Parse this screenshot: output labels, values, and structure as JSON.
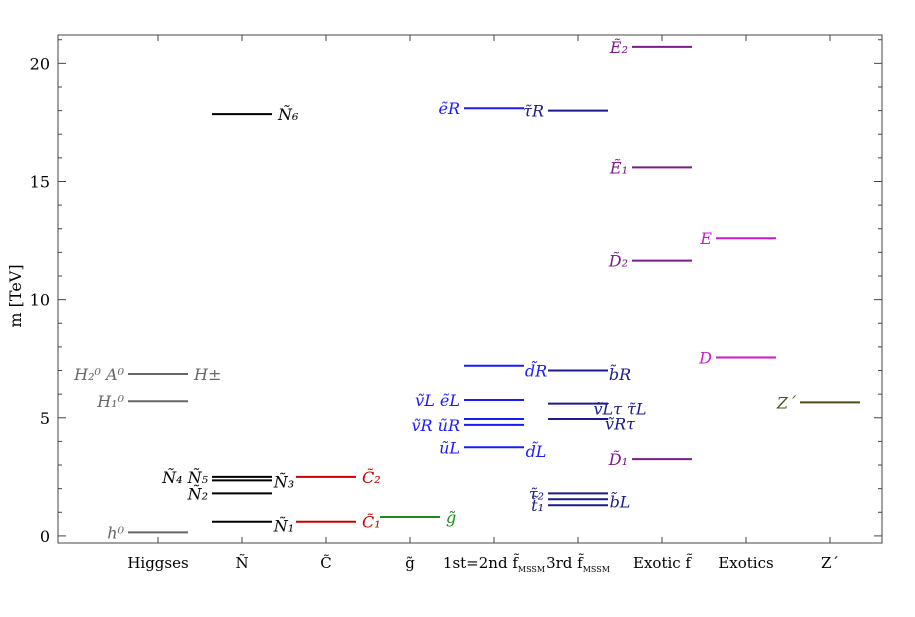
{
  "chart_data": {
    "type": "level-diagram",
    "ylabel": "m [TeV]",
    "ylim": [
      -0.3,
      21.2
    ],
    "yticks": [
      0,
      5,
      10,
      15,
      20
    ],
    "grid": false,
    "colors": {
      "higgs": "#666666",
      "neutralino": "#000000",
      "chargino": "#cc0000",
      "gluino": "#1a8c1a",
      "sfermion12": "#1a1aff",
      "sfermion3": "#1a1a8c",
      "exotic_sfermion": "#7a1a8c",
      "exotics": "#cc1acc",
      "zprime": "#4d4d1a"
    },
    "categories": [
      {
        "name": "Higgses",
        "label_main": "Higgses",
        "label_sub": ""
      },
      {
        "name": "N",
        "label_main": "Ñ",
        "label_sub": ""
      },
      {
        "name": "C",
        "label_main": "C̃",
        "label_sub": ""
      },
      {
        "name": "g",
        "label_main": "g̃",
        "label_sub": ""
      },
      {
        "name": "sf12",
        "label_main": "1st=2nd f̃",
        "label_sub": "MSSM"
      },
      {
        "name": "sf3",
        "label_main": "3rd f̃",
        "label_sub": "MSSM"
      },
      {
        "name": "exotic_f",
        "label_main": "Exotic f̃",
        "label_sub": ""
      },
      {
        "name": "exotics",
        "label_main": "Exotics",
        "label_sub": ""
      },
      {
        "name": "zprime",
        "label_main": "Z´",
        "label_sub": ""
      }
    ],
    "levels": [
      {
        "category": "Higgses",
        "value": 0.15,
        "label": "h⁰",
        "side": "left",
        "color": "higgs"
      },
      {
        "category": "Higgses",
        "value": 5.7,
        "label": "H₁⁰",
        "side": "left",
        "color": "higgs"
      },
      {
        "category": "Higgses",
        "value": 6.85,
        "label": "H₂⁰ A⁰",
        "side": "left",
        "color": "higgs"
      },
      {
        "category": "Higgses",
        "value": 6.85,
        "label": "H±",
        "side": "right",
        "color": "higgs"
      },
      {
        "category": "N",
        "value": 0.6,
        "label": "",
        "side": "right",
        "color": "neutralino"
      },
      {
        "category": "N",
        "value": 1.8,
        "label": "Ñ₂",
        "side": "left",
        "color": "neutralino"
      },
      {
        "category": "N",
        "value": 2.35,
        "label": "",
        "side": "right",
        "color": "neutralino"
      },
      {
        "category": "N",
        "value": 2.5,
        "label": "Ñ₄ Ñ₅",
        "side": "left",
        "color": "neutralino"
      },
      {
        "category": "N",
        "value": 17.85,
        "label": "Ñ₆",
        "side": "right",
        "color": "neutralino"
      },
      {
        "category": "C",
        "value": 0.6,
        "label": "C̃₁",
        "side": "right",
        "color": "chargino"
      },
      {
        "category": "C",
        "value": 2.5,
        "label": "C̃₂",
        "side": "right",
        "color": "chargino"
      },
      {
        "category": "g",
        "value": 0.8,
        "label": "g̃",
        "side": "right",
        "color": "gluino"
      },
      {
        "category": "sf12",
        "value": 3.75,
        "label": "ũL",
        "side": "left",
        "color": "sfermion12"
      },
      {
        "category": "sf12",
        "value": 4.7,
        "label": "ṽR ũR",
        "side": "left",
        "color": "sfermion12"
      },
      {
        "category": "sf12",
        "value": 4.95,
        "label": "",
        "side": "left",
        "color": "sfermion12"
      },
      {
        "category": "sf12",
        "value": 5.75,
        "label": "ṽL ẽL",
        "side": "left",
        "color": "sfermion12"
      },
      {
        "category": "sf12",
        "value": 7.2,
        "label": "",
        "side": "left",
        "color": "sfermion12"
      },
      {
        "category": "sf12",
        "value": 18.1,
        "label": "ẽR",
        "side": "left",
        "color": "sfermion12"
      },
      {
        "category": "sf3",
        "value": 1.3,
        "label": "t̃₁",
        "side": "left",
        "color": "sfermion3"
      },
      {
        "category": "sf3",
        "value": 1.55,
        "label": "",
        "side": "left",
        "color": "sfermion3"
      },
      {
        "category": "sf3",
        "value": 1.8,
        "label": "τ̃₂",
        "side": "left",
        "color": "sfermion3"
      },
      {
        "category": "sf3",
        "value": 4.95,
        "label": "",
        "side": "left",
        "color": "sfermion3"
      },
      {
        "category": "sf3",
        "value": 5.6,
        "label": "",
        "side": "left",
        "color": "sfermion3"
      },
      {
        "category": "sf3",
        "value": 7.0,
        "label": "",
        "side": "left",
        "color": "sfermion3"
      },
      {
        "category": "sf3",
        "value": 18.0,
        "label": "τ̃R",
        "side": "left",
        "color": "sfermion3"
      },
      {
        "category": "exotic_f",
        "value": 3.25,
        "label": "D̃₁",
        "side": "left",
        "color": "exotic_sfermion"
      },
      {
        "category": "exotic_f",
        "value": 11.65,
        "label": "D̃₂",
        "side": "left",
        "color": "exotic_sfermion"
      },
      {
        "category": "exotic_f",
        "value": 15.6,
        "label": "Ẽ₁",
        "side": "left",
        "color": "exotic_sfermion"
      },
      {
        "category": "exotic_f",
        "value": 20.7,
        "label": "Ẽ₂",
        "side": "left",
        "color": "exotic_sfermion"
      },
      {
        "category": "exotics",
        "value": 7.55,
        "label": "D",
        "side": "left",
        "color": "exotics"
      },
      {
        "category": "exotics",
        "value": 12.6,
        "label": "E",
        "side": "left",
        "color": "exotics"
      },
      {
        "category": "zprime",
        "value": 5.65,
        "label": "Z´",
        "side": "left",
        "color": "zprime"
      }
    ],
    "between_labels": [
      {
        "between": [
          "sf12",
          "sf3"
        ],
        "value": 7.0,
        "label": "d̃R",
        "color": "sfermion12"
      },
      {
        "between": [
          "sf12",
          "sf3"
        ],
        "value": 3.6,
        "label": "d̃L",
        "color": "sfermion12"
      },
      {
        "between": [
          "sf3",
          "exotic_f"
        ],
        "value": 6.85,
        "label": "b̃R",
        "color": "sfermion3"
      },
      {
        "between": [
          "sf3",
          "exotic_f"
        ],
        "value": 5.4,
        "label": "ṽLτ τ̃L",
        "color": "sfermion3"
      },
      {
        "between": [
          "sf3",
          "exotic_f"
        ],
        "value": 4.75,
        "label": "ṽRτ",
        "color": "sfermion3"
      },
      {
        "between": [
          "sf3",
          "exotic_f"
        ],
        "value": 1.45,
        "label": "b̃L",
        "color": "sfermion3"
      },
      {
        "between": [
          "N",
          "C"
        ],
        "value": 0.45,
        "label": "Ñ₁",
        "color": "neutralino"
      },
      {
        "between": [
          "N",
          "C"
        ],
        "value": 2.3,
        "label": "Ñ₃",
        "color": "neutralino"
      }
    ]
  }
}
